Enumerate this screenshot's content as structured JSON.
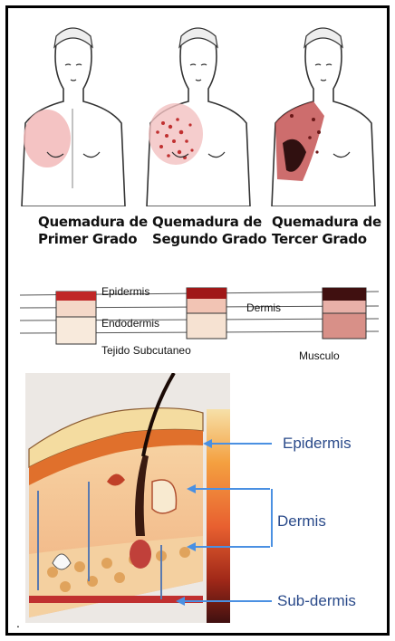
{
  "burns": [
    {
      "label": "Quemadura de\nPrimer Grado"
    },
    {
      "label": "Quemadura de\nSegundo Grado"
    },
    {
      "label": "Quemadura de\nTercer Grado"
    }
  ],
  "layers": {
    "epidermis": "Epidermis",
    "dermis": "Dermis",
    "endodermis": "Endodermis",
    "subcutaneo": "Tejido Subcutaneo",
    "musculo": "Musculo"
  },
  "skin_callouts": {
    "epidermis": "Epidermis",
    "dermis": "Dermis",
    "subdermis": "Sub-dermis"
  },
  "colors": {
    "first_degree": "#f2b8b8",
    "second_degree": "#c03030",
    "third_degree": "#301010",
    "callout_arrow": "#4a90e2"
  },
  "footer_mark": "."
}
